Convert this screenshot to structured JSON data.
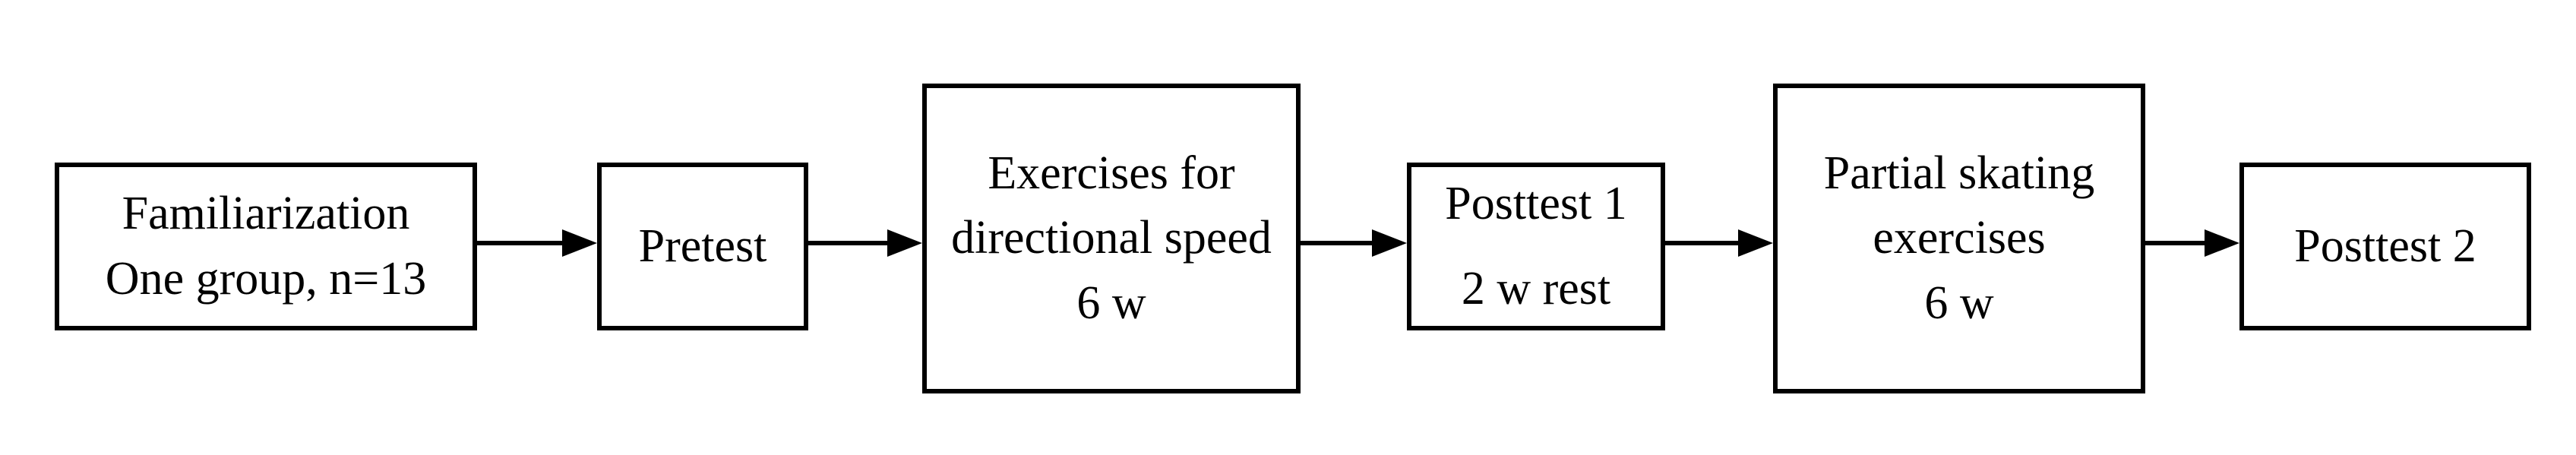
{
  "diagram": {
    "boxes": [
      {
        "id": "familiarization",
        "lines": [
          "Familiarization",
          "One group, n=13"
        ]
      },
      {
        "id": "pretest",
        "lines": [
          "Pretest"
        ]
      },
      {
        "id": "directional-speed",
        "lines": [
          "Exercises for",
          "directional speed",
          "6 w"
        ]
      },
      {
        "id": "posttest1",
        "lines": [
          "Posttest 1",
          "2 w rest"
        ]
      },
      {
        "id": "partial-skating",
        "lines": [
          "Partial skating",
          "exercises",
          "6 w"
        ]
      },
      {
        "id": "posttest2",
        "lines": [
          "Posttest 2"
        ]
      }
    ],
    "edges": [
      [
        "familiarization",
        "pretest"
      ],
      [
        "pretest",
        "directional-speed"
      ],
      [
        "directional-speed",
        "posttest1"
      ],
      [
        "posttest1",
        "partial-skating"
      ],
      [
        "partial-skating",
        "posttest2"
      ]
    ]
  }
}
